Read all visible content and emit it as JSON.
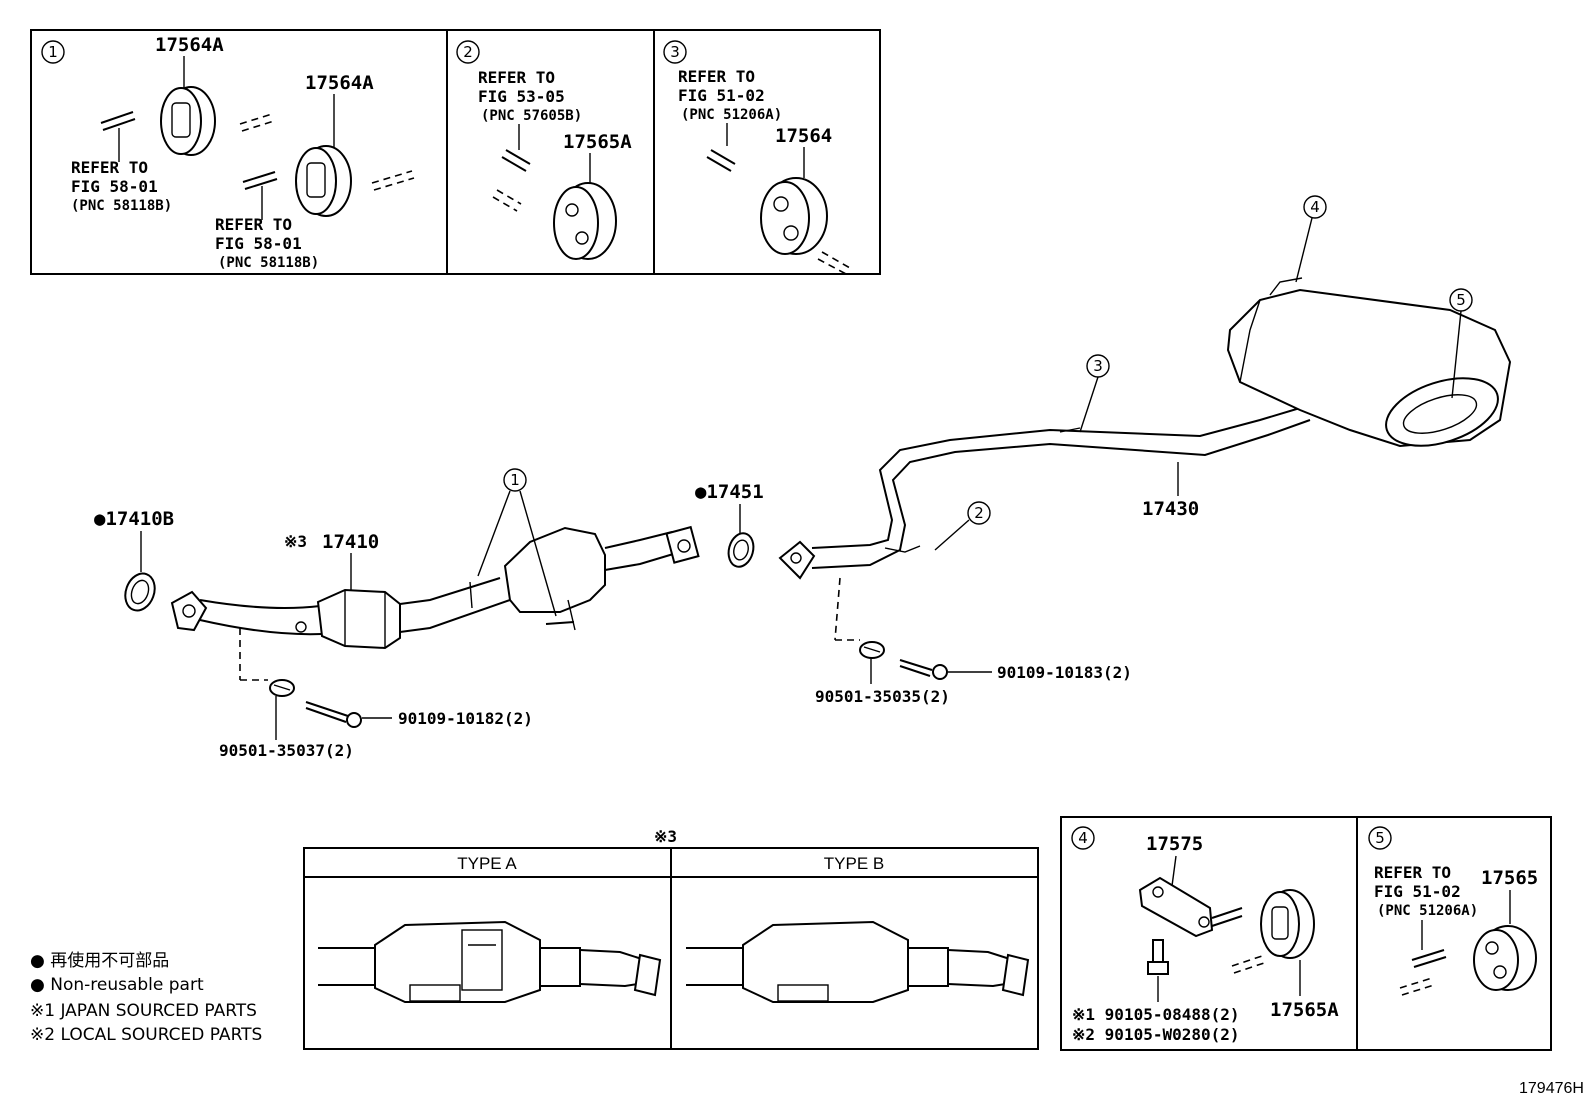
{
  "inset_boxes": {
    "box1": {
      "number": "1",
      "part_top": "17564A",
      "part_mid": "17564A",
      "ref_a": {
        "line1": "REFER TO",
        "line2": "FIG 58-01",
        "line3": "(PNC 58118B)"
      },
      "ref_b": {
        "line1": "REFER TO",
        "line2": "FIG 58-01",
        "line3": "(PNC 58118B)"
      }
    },
    "box2": {
      "number": "2",
      "ref": {
        "line1": "REFER TO",
        "line2": "FIG 53-05",
        "line3": "(PNC 57605B)"
      },
      "part": "17565A"
    },
    "box3": {
      "number": "3",
      "ref": {
        "line1": "REFER TO",
        "line2": "FIG 51-02",
        "line3": "(PNC 51206A)"
      },
      "part": "17564"
    },
    "box4": {
      "number": "4",
      "part_bracket": "17575",
      "bolt_line1": "※1 90105-08488(2)",
      "bolt_line2": "※2 90105-W0280(2)",
      "part_hanger": "17565A"
    },
    "box5": {
      "number": "5",
      "ref": {
        "line1": "REFER TO",
        "line2": "FIG 51-02",
        "line3": "(PNC 51206A)"
      },
      "part": "17565"
    }
  },
  "main": {
    "gasket_front": "●17410B",
    "converter": "17410",
    "converter_mark": "※3",
    "gasket_mid": "●17451",
    "tailpipe": "17430",
    "bolt_front": "90109-10182(2)",
    "spring_front": "90501-35037(2)",
    "bolt_rear": "90109-10183(2)",
    "spring_rear": "90501-35035(2)",
    "callouts": [
      "1",
      "2",
      "3",
      "4",
      "5"
    ]
  },
  "types_panel": {
    "mark": "※3",
    "type_a": "TYPE A",
    "type_b": "TYPE B"
  },
  "legend": {
    "line1": "● 再使用不可部品",
    "line2": "● Non-reusable part",
    "line3": "※1 JAPAN SOURCED PARTS",
    "line4": "※2 LOCAL SOURCED PARTS"
  },
  "figure_id": "179476H"
}
